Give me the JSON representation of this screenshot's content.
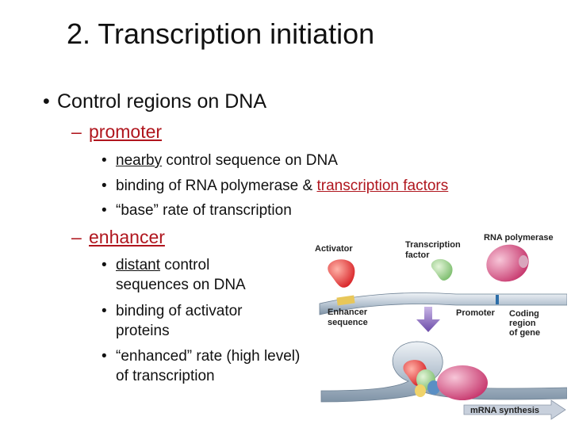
{
  "slide": {
    "title": "2. Transcription initiation",
    "bullet1": "Control regions on DNA",
    "promoter": {
      "label": "promoter",
      "items": [
        {
          "pre": "",
          "link": "nearby",
          "post": " control sequence on DNA"
        },
        {
          "pre": "binding of RNA polymerase & ",
          "link": "transcription factors",
          "post": ""
        },
        {
          "pre": "“base” rate of transcription",
          "link": "",
          "post": ""
        }
      ]
    },
    "enhancer": {
      "label": "enhancer",
      "items": [
        {
          "line1_link": "distant",
          "line1_post": " control",
          "line2": "sequences on DNA"
        },
        {
          "line1_link": "",
          "line1_post": "binding of activator",
          "line2": "proteins"
        },
        {
          "line1_link": "",
          "line1_post": "“enhanced” rate (high level)",
          "line2": "of transcription"
        }
      ]
    }
  },
  "figure": {
    "activator": "Activator",
    "tf1": "Transcription",
    "tf2": "factor",
    "rnap": "RNA polymerase",
    "enh1": "Enhancer",
    "enh2": "sequence",
    "promoter": "Promoter",
    "cod1": "Coding",
    "cod2": "region",
    "cod3": "of gene",
    "mrna": "mRNA synthesis"
  }
}
